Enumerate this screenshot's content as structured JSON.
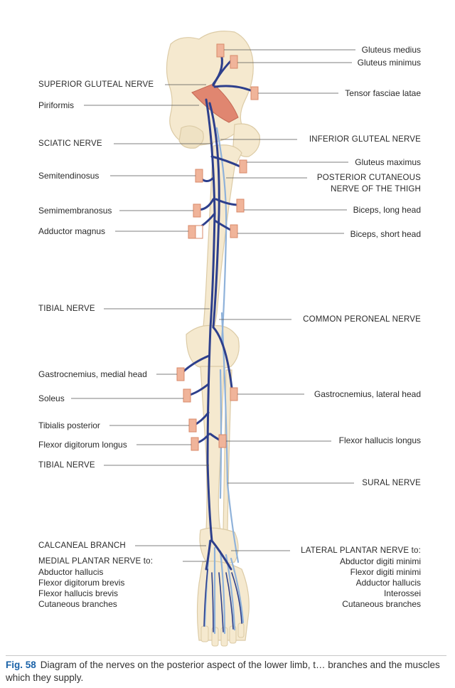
{
  "labels_left": {
    "superior_gluteal_nerve": "SUPERIOR GLUTEAL NERVE",
    "piriformis": "Piriformis",
    "sciatic_nerve": "SCIATIC NERVE",
    "semitendinosus": "Semitendinosus",
    "semimembranosus": "Semimembranosus",
    "adductor_magnus": "Adductor magnus",
    "tibial_nerve_upper": "TIBIAL NERVE",
    "gastrocnemius_medial": "Gastrocnemius, medial head",
    "soleus": "Soleus",
    "tibialis_posterior": "Tibialis posterior",
    "flexor_digitorum_longus": "Flexor digitorum longus",
    "tibial_nerve_lower": "TIBIAL NERVE",
    "calcaneal_branch": "CALCANEAL BRANCH",
    "medial_plantar_nerve": "MEDIAL PLANTAR NERVE to:",
    "medial_plantar_list": [
      "Abductor hallucis",
      "Flexor digitorum brevis",
      "Flexor hallucis brevis",
      "Cutaneous branches"
    ]
  },
  "labels_right": {
    "gluteus_medius": "Gluteus medius",
    "gluteus_minimus": "Gluteus minimus",
    "tensor_fasciae_latae": "Tensor fasciae latae",
    "inferior_gluteal_nerve": "INFERIOR GLUTEAL NERVE",
    "gluteus_maximus": "Gluteus maximus",
    "posterior_cutaneous_1": "POSTERIOR CUTANEOUS",
    "posterior_cutaneous_2": "NERVE OF THE THIGH",
    "biceps_long": "Biceps, long head",
    "biceps_short": "Biceps, short head",
    "common_peroneal_nerve": "COMMON PERONEAL NERVE",
    "gastrocnemius_lateral": "Gastrocnemius, lateral head",
    "flexor_hallucis_longus": "Flexor hallucis longus",
    "sural_nerve": "SURAL NERVE",
    "lateral_plantar_nerve": "LATERAL PLANTAR NERVE to:",
    "lateral_plantar_list": [
      "Abductor digiti minimi",
      "Flexor digiti minimi",
      "Adductor hallucis",
      "Interossei",
      "Cutaneous branches"
    ]
  },
  "caption": {
    "fig": "Fig. 58",
    "text": "Diagram of the nerves on the posterior aspect of the lower limb, t… branches and the muscles which they supply."
  },
  "colors": {
    "bone": "#f5e9cf",
    "bone_edge": "#d9c9a6",
    "nerve_dark": "#2d3f8c",
    "nerve_light": "#8fb2da",
    "marker": "#f0b49a",
    "marker_edge": "#d88a6a",
    "muscle": "#e08670",
    "leader": "#555555"
  }
}
